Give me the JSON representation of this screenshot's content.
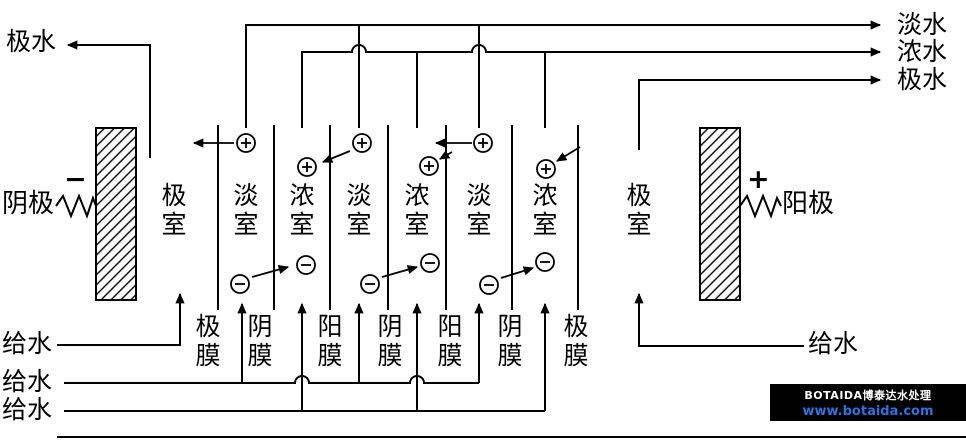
{
  "diagram": {
    "outlets": {
      "polar_left": "极水",
      "fresh": "淡水",
      "concentrate": "浓水",
      "polar_right": "极水"
    },
    "electrodes": {
      "cathode": "阴极",
      "cathode_sign": "−",
      "anode": "阳极",
      "anode_sign": "+"
    },
    "chambers": [
      "极室",
      "淡室",
      "浓室",
      "淡室",
      "浓室",
      "淡室",
      "浓室",
      "极室"
    ],
    "membranes": [
      "极膜",
      "阴膜",
      "阳膜",
      "阴膜",
      "阳膜",
      "阴膜",
      "极膜"
    ],
    "feeds": {
      "left": [
        "给水",
        "给水",
        "给水"
      ],
      "right": "给水"
    },
    "ions": {
      "cation": "circle-plus",
      "anion": "circle-minus"
    },
    "watermark": {
      "brand": "BOTAIDA博泰达水处理",
      "url": "www.botaida.com"
    },
    "colors": {
      "line": "#000000",
      "watermark_bg": "#000000",
      "watermark_url": "#2d72de"
    }
  }
}
